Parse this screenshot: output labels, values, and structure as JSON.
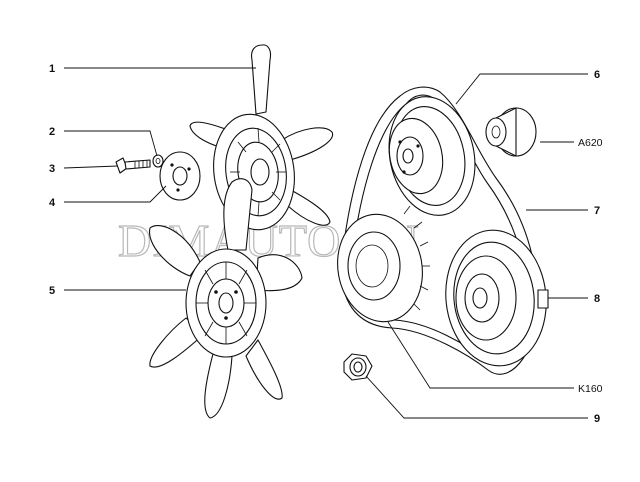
{
  "watermark": "DIMAUTO.RU",
  "callouts": {
    "c1": "1",
    "c2": "2",
    "c3": "3",
    "c4": "4",
    "c5": "5",
    "c6": "6",
    "c7": "7",
    "c8": "8",
    "c9": "9",
    "a620": "A620",
    "k160": "K160"
  }
}
